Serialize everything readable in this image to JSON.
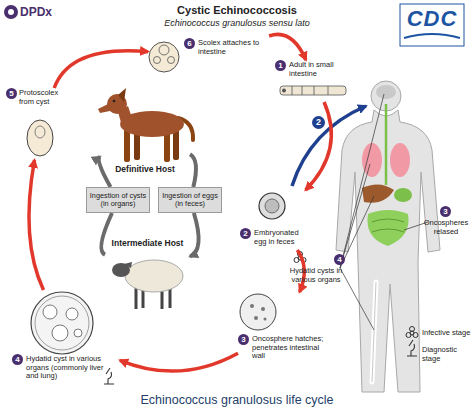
{
  "diagram": {
    "title": "Cystic Echinococcosis",
    "caption": "Echinococcus granulosus life cycle",
    "nodes": [
      {
        "text": [
          "1",
          "Adult in small intestine"
        ]
      },
      {
        "text": [
          "2",
          "Embryonated egg in feces"
        ]
      },
      {
        "text": [
          "3",
          "Oncosphere hatches; penetrates intestinal wall"
        ]
      },
      {
        "text": [
          "4",
          "Hydatid cyst in various organs (commonly liver and lung)"
        ]
      },
      {
        "text": [
          "5",
          "Protoscolex from cyst"
        ]
      },
      {
        "text": [
          "6",
          "Scolex attaches to intestine"
        ]
      },
      {
        "text": [
          "Definitive Host"
        ]
      },
      {
        "text": [
          "Intermediate Host"
        ]
      },
      {
        "text": [
          "Ingestion of cysts (in organs)"
        ]
      },
      {
        "text": [
          "Ingestion of eggs (in feces)"
        ]
      },
      {
        "text": [
          "3",
          "Oncospheres relased"
        ]
      },
      {
        "text": [
          "4",
          "Hydatid cysts in various organs"
        ]
      }
    ],
    "edges": [
      {
        "from": 5,
        "to": 0,
        "arrow": "to"
      },
      {
        "from": 0,
        "to": 1,
        "arrow": "to"
      },
      {
        "from": 1,
        "to": 2,
        "arrow": "to"
      },
      {
        "from": 2,
        "to": 3,
        "arrow": "to"
      },
      {
        "from": 3,
        "to": 4,
        "arrow": "to"
      },
      {
        "from": 4,
        "to": 5,
        "arrow": "to"
      },
      {
        "from": 6,
        "to": 9,
        "arrow": "none"
      },
      {
        "from": 9,
        "to": 7,
        "arrow": "to"
      },
      {
        "from": 7,
        "to": 8,
        "arrow": "none"
      },
      {
        "from": 8,
        "to": 6,
        "arrow": "to"
      }
    ],
    "labels": [
      "DPDx",
      "CDC",
      "Echinococcus granulosus sensu lato",
      "2"
    ],
    "legend": [
      {
        "text": "Infective stage"
      },
      {
        "text": "Diagnostic stage"
      }
    ]
  }
}
